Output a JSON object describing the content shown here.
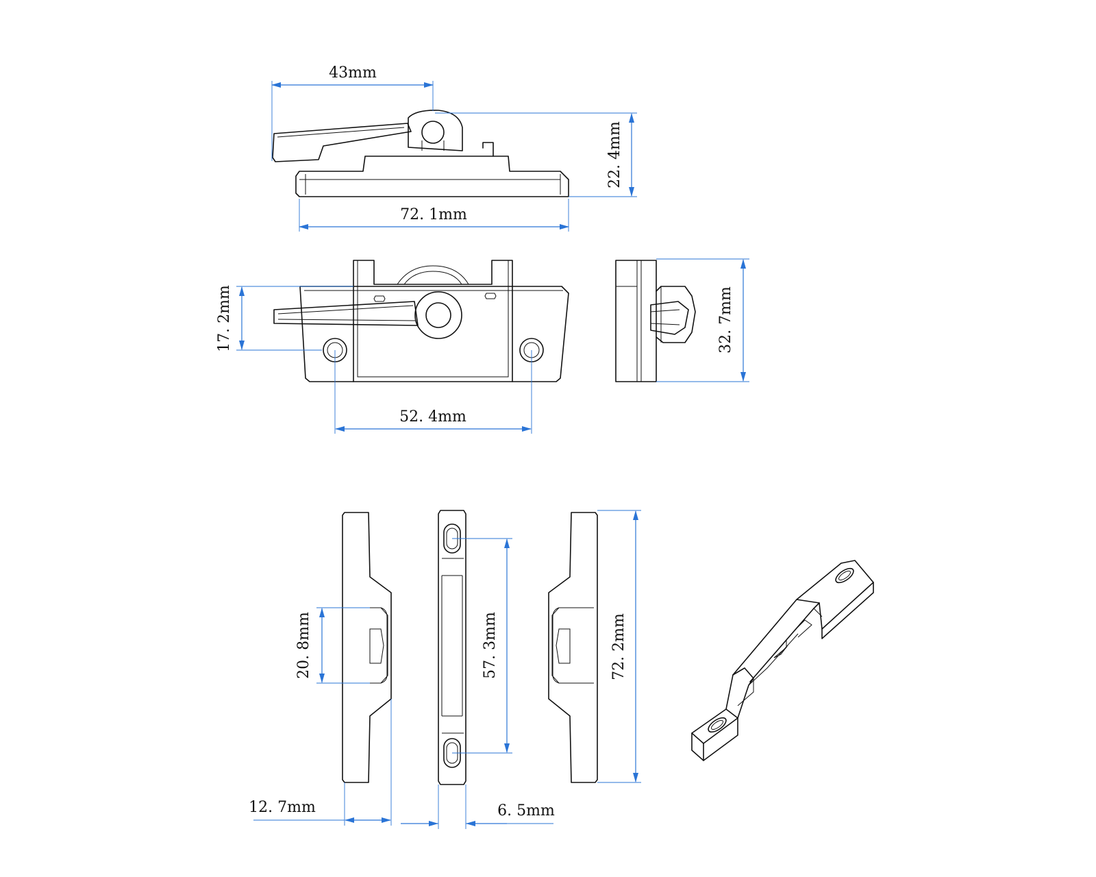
{
  "dimensions": {
    "top_offset": "43mm",
    "top_height": "22. 4mm",
    "top_length": "72. 1mm",
    "front_height": "17. 2mm",
    "hole_spacing": "52. 4mm",
    "side_height": "32. 7mm",
    "keeper_recess": "20. 8mm",
    "keeper_slot_spacing": "57. 3mm",
    "keeper_length": "72. 2mm",
    "keeper_width": "12. 7mm",
    "keeper_thickness": "6. 5mm"
  },
  "colors": {
    "dimension_line": "#2a74d6",
    "part_outline": "#111111",
    "background": "#ffffff"
  }
}
